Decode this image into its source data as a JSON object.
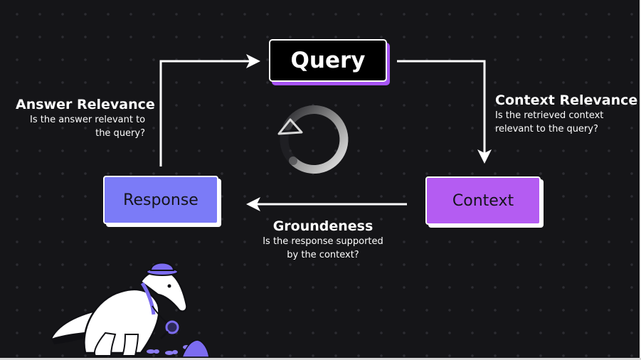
{
  "nodes": {
    "query": "Query",
    "response": "Response",
    "context": "Context"
  },
  "answer_relevance": {
    "title": "Answer Relevance",
    "line1": "Is the answer relevant to",
    "line2": "the query?"
  },
  "context_relevance": {
    "title": "Context Relevance",
    "line1": "Is the retrieved context",
    "line2": "relevant to the query?"
  },
  "groundedness": {
    "title": "Groundeness",
    "line1": "Is the response supported",
    "line2": "by the context?"
  },
  "colors": {
    "background": "#151518",
    "query_shadow": "#a855f7",
    "response_fill": "#7b7bf7",
    "context_fill": "#b45cf2"
  },
  "icons": [
    "cycle-arrow-icon",
    "anteater-detective-mascot"
  ]
}
